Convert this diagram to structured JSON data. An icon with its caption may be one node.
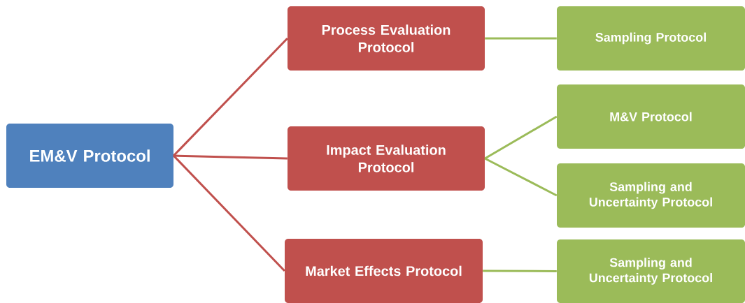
{
  "diagram": {
    "nodes": [
      {
        "text": [
          "EM&V Protocol"
        ]
      },
      {
        "text": [
          "Process Evaluation Protocol"
        ]
      },
      {
        "text": [
          "Impact Evaluation Protocol"
        ]
      },
      {
        "text": [
          "Market Effects Protocol"
        ]
      },
      {
        "text": [
          "Sampling Protocol"
        ]
      },
      {
        "text": [
          "M&V Protocol"
        ]
      },
      {
        "text": [
          "Sampling and Uncertainty Protocol"
        ]
      },
      {
        "text": [
          "Sampling and Uncertainty Protocol"
        ]
      }
    ],
    "edges": [
      {
        "from": 0,
        "to": 1,
        "arrow": "none",
        "color": "#c0504d"
      },
      {
        "from": 0,
        "to": 2,
        "arrow": "none",
        "color": "#c0504d"
      },
      {
        "from": 0,
        "to": 3,
        "arrow": "none",
        "color": "#c0504d"
      },
      {
        "from": 1,
        "to": 4,
        "arrow": "none"
      },
      {
        "from": 2,
        "to": 5,
        "arrow": "none"
      },
      {
        "from": 2,
        "to": 6,
        "arrow": "none"
      },
      {
        "from": 3,
        "to": 7,
        "arrow": "none"
      }
    ]
  }
}
